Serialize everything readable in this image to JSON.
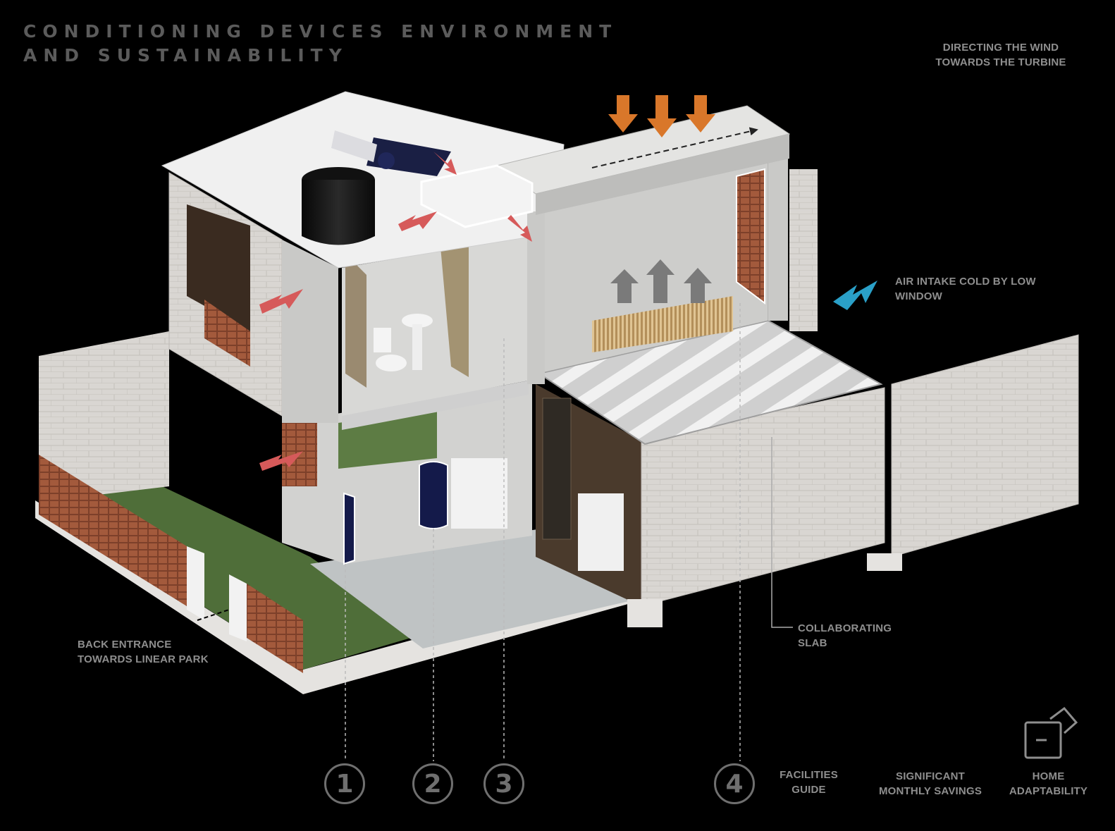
{
  "title": {
    "line1": "CONDITIONING DEVICES ENVIRONMENT",
    "line2": "AND SUSTAINABILITY"
  },
  "labels": {
    "wind": {
      "line1": "DIRECTING THE WIND",
      "line2": "TOWARDS THE TURBINE"
    },
    "air_intake": {
      "line1": "AIR INTAKE COLD BY LOW",
      "line2": "WINDOW"
    },
    "slab": {
      "line1": "COLLABORATING",
      "line2": "SLAB"
    },
    "back_entrance": {
      "line1": "BACK ENTRANCE",
      "line2": "TOWARDS LINEAR PARK"
    }
  },
  "markers": [
    "1",
    "2",
    "3",
    "4"
  ],
  "legend": [
    {
      "line1": "FACILITIES",
      "line2": "GUIDE",
      "icon": "tools-icon"
    },
    {
      "line1": "SIGNIFICANT",
      "line2": "MONTHLY SAVINGS",
      "icon": "savings-icon"
    },
    {
      "line1": "HOME",
      "line2": "ADAPTABILITY",
      "icon": "puzzle-icon"
    }
  ],
  "colors": {
    "background": "#000000",
    "heat_arrow": "#d65a5a",
    "wind_arrow": "#d9772a",
    "cool_arrow": "#2aa0c8",
    "tank": "#141a4a",
    "grass": "#4f6e39",
    "brick": "#8a4a32"
  }
}
